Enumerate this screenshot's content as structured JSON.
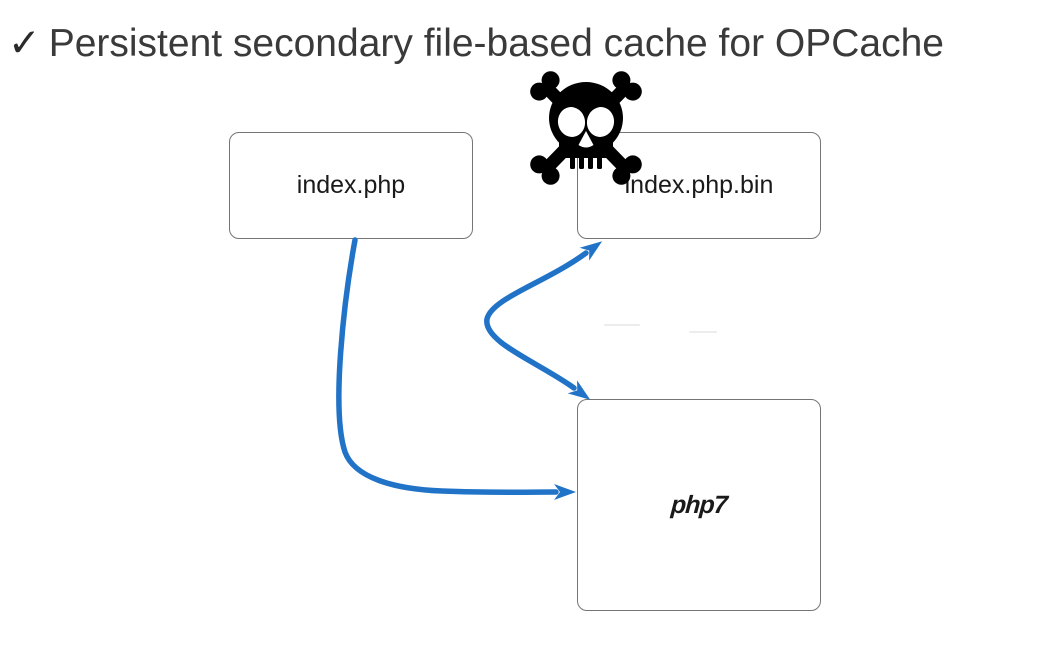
{
  "title": {
    "check_mark": "✓",
    "text": "Persistent secondary file-based cache for OPCache"
  },
  "diagram": {
    "nodes": {
      "index_php": {
        "label": "index.php"
      },
      "index_php_bin": {
        "label": "index.php.bin",
        "icon": "skull-crossbones-icon"
      },
      "php7": {
        "label": "php7"
      }
    },
    "edges": [
      {
        "from": "index.php",
        "to": "php7",
        "style": "curved",
        "direction": "one-way"
      },
      {
        "from": "index.php.bin",
        "to": "php7",
        "style": "curved",
        "direction": "two-way"
      }
    ],
    "colors": {
      "arrow_blue": "#2173C7",
      "box_border": "#757575",
      "box_fill": "#FFFFFF",
      "skull_black": "#000000",
      "title_text": "#3A3A3A",
      "label_text": "#1A1A1A",
      "php7_logo": "#3F3F49",
      "background": "#FFFFFF"
    }
  }
}
